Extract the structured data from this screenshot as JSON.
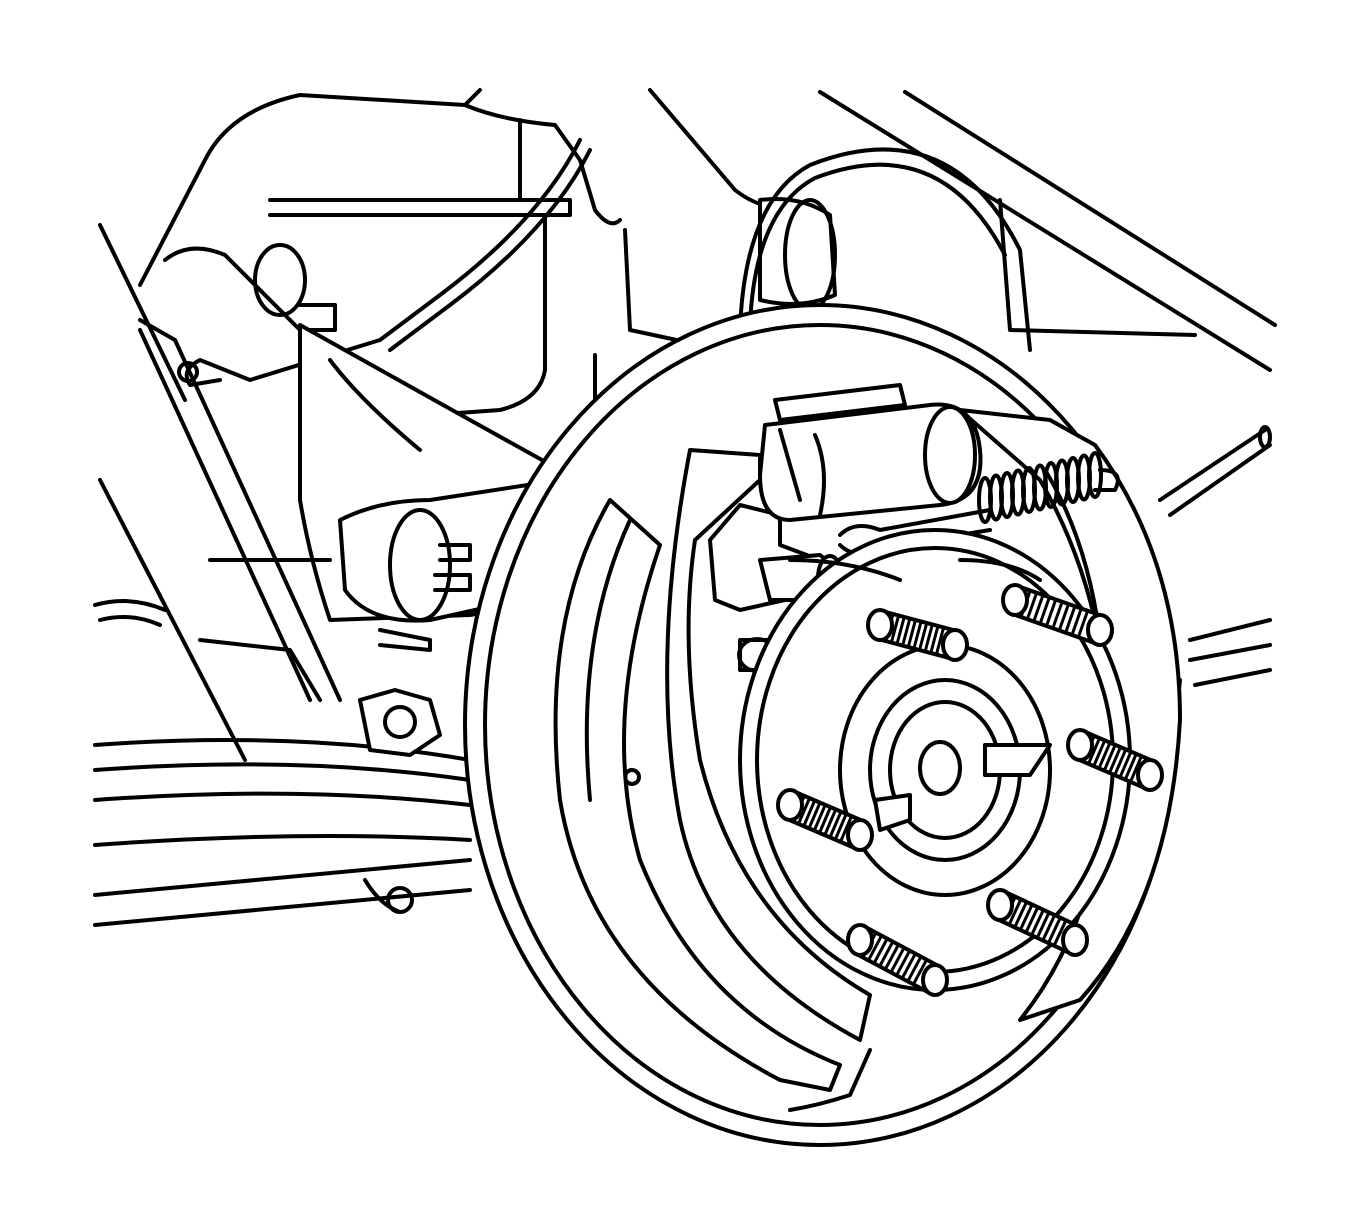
{
  "diagram": {
    "colors": {
      "line": "#000000",
      "background": "#ffffff"
    },
    "components": [
      "frame-rail",
      "leaf-spring",
      "shock-absorber",
      "brake-line",
      "backing-plate",
      "brake-shoe",
      "wheel-cylinder",
      "return-spring",
      "adjuster",
      "wheel-hub",
      "wheel-stud"
    ]
  }
}
